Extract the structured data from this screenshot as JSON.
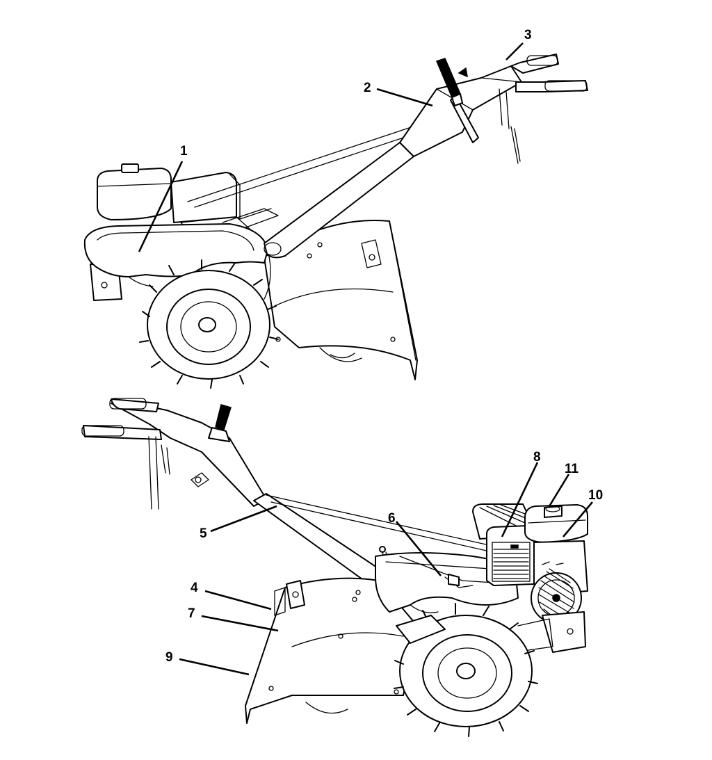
{
  "figure": {
    "callouts": [
      {
        "id": "1",
        "label": "1"
      },
      {
        "id": "2",
        "label": "2"
      },
      {
        "id": "3",
        "label": "3"
      },
      {
        "id": "4",
        "label": "4"
      },
      {
        "id": "5",
        "label": "5"
      },
      {
        "id": "6",
        "label": "6"
      },
      {
        "id": "7",
        "label": "7"
      },
      {
        "id": "8",
        "label": "8"
      },
      {
        "id": "9",
        "label": "9"
      },
      {
        "id": "10",
        "label": "10"
      },
      {
        "id": "11",
        "label": "11"
      }
    ],
    "colors": {
      "line": "#000000",
      "background": "#ffffff"
    }
  }
}
